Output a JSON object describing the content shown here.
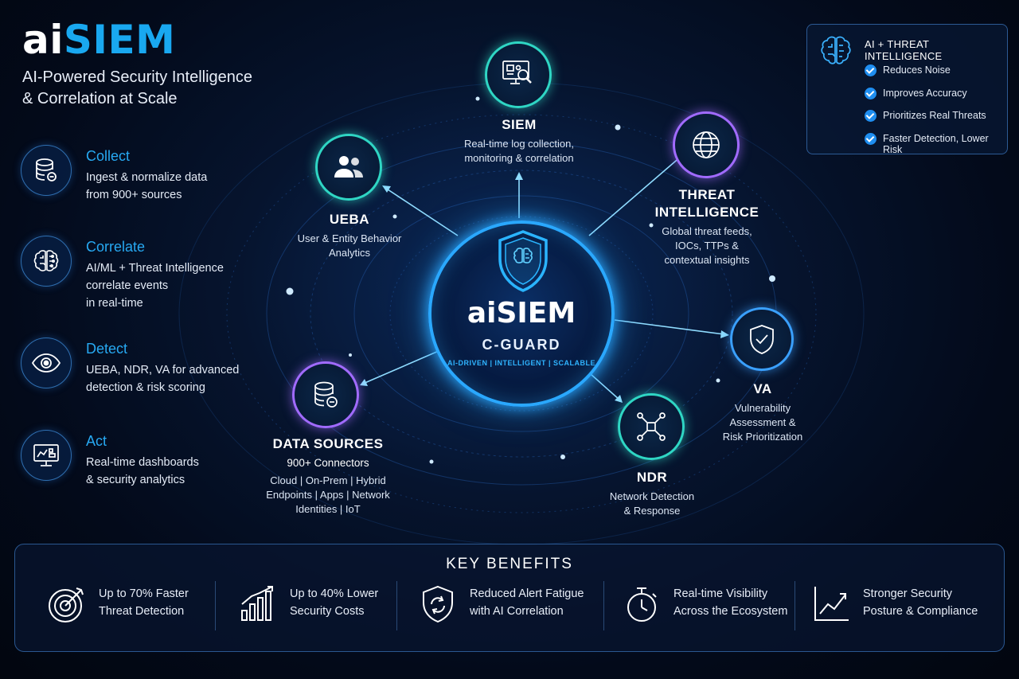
{
  "brand": {
    "ai": "ai",
    "siem": "SIEM",
    "tagline_1": "AI-Powered Security Intelligence",
    "tagline_2": "& Correlation at Scale"
  },
  "steps": [
    {
      "icon": "database-icon",
      "title": "Collect",
      "lines": [
        "Ingest & normalize data",
        "from 900+ sources"
      ]
    },
    {
      "icon": "brain-circuit-icon",
      "title": "Correlate",
      "lines": [
        "AI/ML + Threat Intelligence",
        "correlate events",
        "in real-time"
      ]
    },
    {
      "icon": "eye-icon",
      "title": "Detect",
      "lines": [
        "UEBA, NDR, VA for advanced",
        "detection & risk scoring"
      ]
    },
    {
      "icon": "dashboard-monitor-icon",
      "title": "Act",
      "lines": [
        "Real-time dashboards",
        "& security analytics"
      ]
    }
  ],
  "core": {
    "name": "aiSIEM",
    "sub": "C-GUARD",
    "tag": "AI-DRIVEN | INTELLIGENT | SCALABLE"
  },
  "nodes": {
    "siem": {
      "title": "SIEM",
      "lines": [
        "Real-time log collection,",
        "monitoring & correlation"
      ]
    },
    "ueba": {
      "title": "UEBA",
      "lines": [
        "User & Entity Behavior",
        "Analytics"
      ]
    },
    "threat": {
      "title_1": "THREAT",
      "title_2": "INTELLIGENCE",
      "lines": [
        "Global threat feeds,",
        "IOCs, TTPs &",
        "contextual insights"
      ]
    },
    "va": {
      "title": "VA",
      "lines": [
        "Vulnerability",
        "Assessment &",
        "Risk Prioritization"
      ]
    },
    "ndr": {
      "title": "NDR",
      "lines": [
        "Network Detection",
        "& Response"
      ]
    },
    "datasources": {
      "title": "DATA SOURCES",
      "subtitle": "900+ Connectors",
      "lines": [
        "Cloud | On-Prem | Hybrid",
        "Endpoints | Apps | Network",
        "Identities | IoT"
      ]
    }
  },
  "ai_panel": {
    "title": "AI + THREAT INTELLIGENCE",
    "items": [
      "Reduces Noise",
      "Improves Accuracy",
      "Prioritizes Real Threats",
      "Faster Detection, Lower Risk"
    ]
  },
  "benefits": {
    "title": "KEY BENEFITS",
    "items": [
      {
        "icon": "target-icon",
        "lines": [
          "Up to 70% Faster",
          "Threat Detection"
        ]
      },
      {
        "icon": "bar-chart-icon",
        "lines": [
          "Up to 40% Lower",
          "Security Costs"
        ]
      },
      {
        "icon": "shield-refresh-icon",
        "lines": [
          "Reduced Alert Fatigue",
          "with AI Correlation"
        ]
      },
      {
        "icon": "stopwatch-icon",
        "lines": [
          "Real-time Visibility",
          "Across the Ecosystem"
        ]
      },
      {
        "icon": "trend-up-icon",
        "lines": [
          "Stronger Security",
          "Posture & Compliance"
        ]
      }
    ]
  },
  "colors": {
    "accent_blue": "#19a8f0",
    "teal": "#2fd6c4",
    "violet": "#a16bff",
    "core_ring": "#2aa8ff"
  }
}
